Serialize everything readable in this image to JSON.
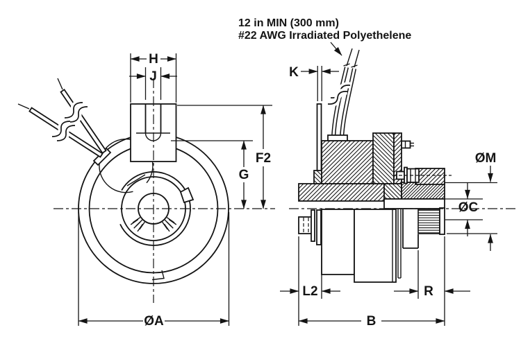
{
  "note": {
    "line1": "12 in MIN (300 mm)",
    "line2": "#22 AWG Irradiated Polyethelene"
  },
  "front_view": {
    "dims": {
      "h": "H",
      "j": "J",
      "f2": "F2",
      "g": "G",
      "dia_a": "ØA"
    }
  },
  "side_view": {
    "dims": {
      "k": "K",
      "dia_m": "ØM",
      "dia_c": "ØC",
      "l2": "L2",
      "r": "R",
      "b": "B"
    }
  },
  "colors": {
    "ink": "#141414",
    "background": "#ffffff"
  }
}
